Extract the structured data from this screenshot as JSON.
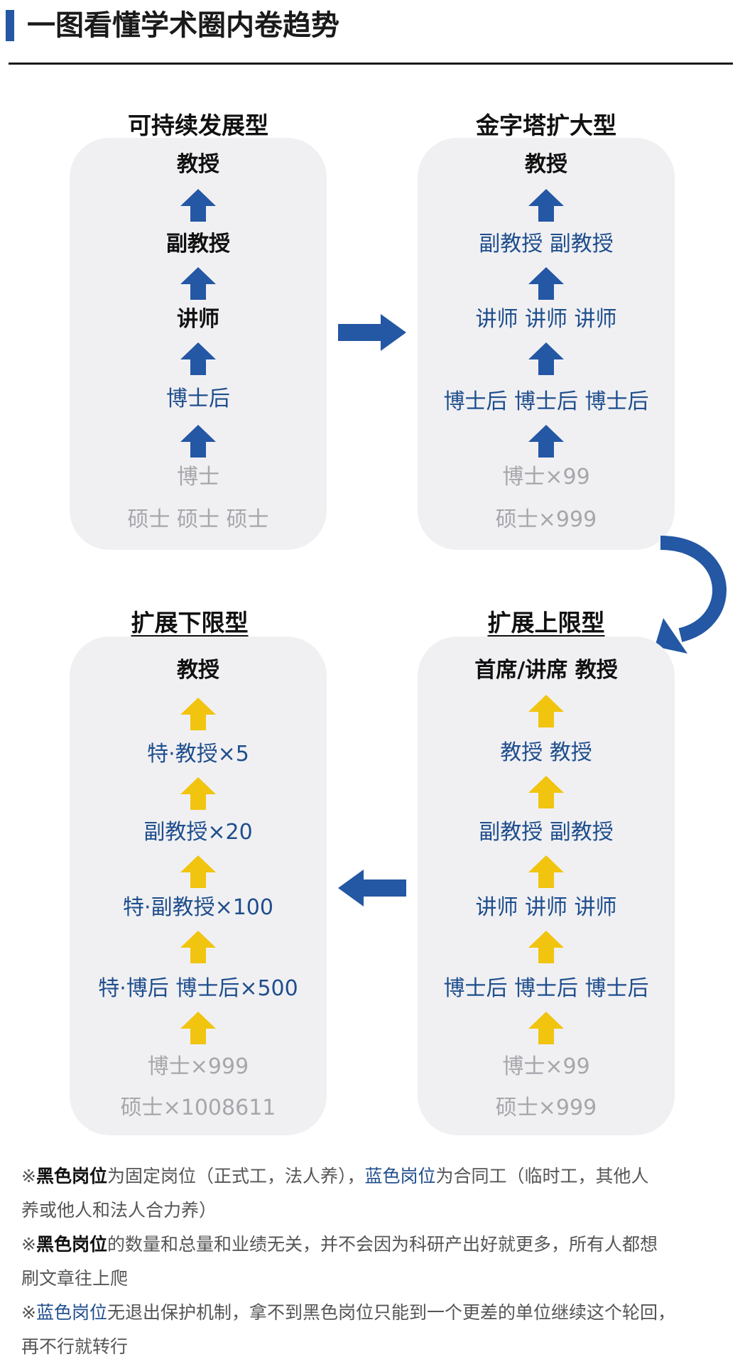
{
  "header": {
    "title": "一图看懂学术圈内卷趋势"
  },
  "colors": {
    "blue_arrow": "#2457a4",
    "yellow_arrow": "#f1c40f",
    "black_post": "#111111",
    "blue_post": "#1f4e8c",
    "gray_post": "#a6a6ab"
  },
  "panels": {
    "sustainable": {
      "title": "可持续发展型",
      "levels": [
        "教授",
        "副教授",
        "讲师",
        "博士后",
        "博士",
        "硕士 硕士 硕士"
      ]
    },
    "pyramid": {
      "title": "金字塔扩大型",
      "levels": [
        "教授",
        "副教授 副教授",
        "讲师 讲师 讲师",
        "博士后 博士后 博士后",
        "博士×99",
        "硕士×999"
      ]
    },
    "upper": {
      "title": "扩展上限型",
      "levels": [
        "首席/讲席 教授",
        "教授 教授",
        "副教授 副教授",
        "讲师 讲师 讲师",
        "博士后 博士后 博士后",
        "博士×99",
        "硕士×999"
      ]
    },
    "lower": {
      "title": "扩展下限型",
      "levels": [
        "教授",
        "特·教授×5",
        "副教授×20",
        "特·副教授×100",
        "特·博后 博士后×500",
        "博士×999",
        "硕士×1008611"
      ]
    }
  },
  "notes": [
    {
      "mark": "※",
      "kw1": "黑色岗位",
      "t1": "为固定岗位（正式工，法人养），",
      "kw2": "蓝色岗位",
      "t2": "为合同工（临时工，其他人",
      "t3": "养或他人和法人合力养）"
    },
    {
      "mark": "※",
      "kw1": "黑色岗位",
      "t1": "的数量和总量和业绩无关，并不会因为科研产出好就更多，所有人都想",
      "t2": "刷文章往上爬"
    },
    {
      "mark": "※",
      "kw1": "蓝色岗位",
      "t1": "无退出保护机制，拿不到黑色岗位只能到一个更差的单位继续这个轮回，",
      "t2": "再不行就转行"
    }
  ]
}
